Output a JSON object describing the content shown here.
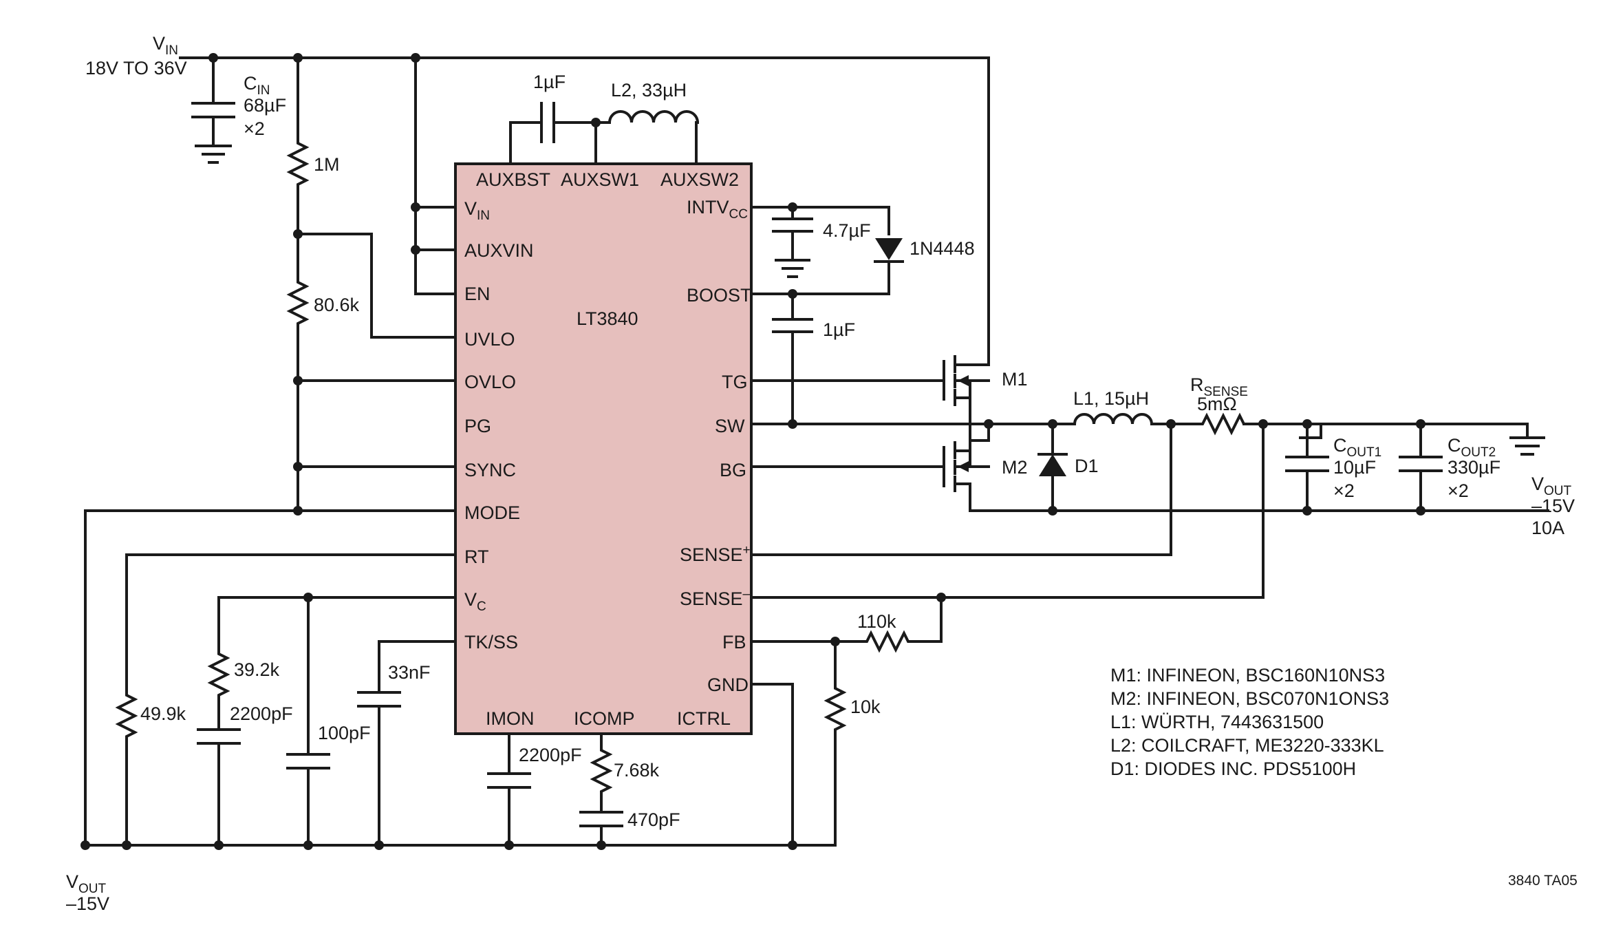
{
  "ic": {
    "name": "LT3840",
    "pins_left": [
      "V",
      "AUXVIN",
      "EN",
      "UVLO",
      "OVLO",
      "PG",
      "SYNC",
      "MODE",
      "RT",
      "V",
      "TK/SS"
    ],
    "pin_vin_sub": "IN",
    "pin_vc_sub": "C",
    "pins_top": [
      "AUXBST",
      "AUXSW1",
      "AUXSW2"
    ],
    "pins_right": [
      "INTV",
      "BOOST",
      "TG",
      "SW",
      "BG",
      "SENSE",
      "SENSE",
      "FB",
      "GND"
    ],
    "pin_intvcc_sub": "CC",
    "pin_sense_plus_sup": "+",
    "pin_sense_minus_sup": "–",
    "pins_bottom": [
      "IMON",
      "ICOMP",
      "ICTRL"
    ]
  },
  "input": {
    "vin_label": "V",
    "vin_sub": "IN",
    "vin_range": "18V TO 36V",
    "cin_label": "C",
    "cin_sub": "IN",
    "cin_value": "68µF",
    "cin_mult": "×2"
  },
  "components": {
    "r_1m": "1M",
    "r_806k": "80.6k",
    "c_aux": "1µF",
    "l2": "L2, 33µH",
    "c_intvcc": "4.7µF",
    "diode": "1N4448",
    "c_boost": "1µF",
    "m1": "M1",
    "m2": "M2",
    "l1": "L1, 15µH",
    "rsense_label": "R",
    "rsense_sub": "SENSE",
    "rsense_value": "5mΩ",
    "d1": "D1",
    "cout1_label": "C",
    "cout1_sub": "OUT1",
    "cout1_value": "10µF",
    "cout1_mult": "×2",
    "cout2_label": "C",
    "cout2_sub": "OUT2",
    "cout2_value": "330µF",
    "cout2_mult": "×2",
    "r_110k": "110k",
    "r_10k": "10k",
    "r_499k": "49.9k",
    "r_392k": "39.2k",
    "c_2200_vc": "2200pF",
    "c_100p": "100pF",
    "c_33n": "33nF",
    "c_2200_imon": "2200pF",
    "r_768k": "7.68k",
    "c_470p": "470pF"
  },
  "output": {
    "vout_label": "V",
    "vout_sub": "OUT",
    "vout_value": "–15V",
    "vout_current": "10A",
    "vout_bottom_label": "V",
    "vout_bottom_sub": "OUT",
    "vout_bottom_value": "–15V"
  },
  "notes": [
    "M1: INFINEON, BSC160N10NS3",
    "M2: INFINEON, BSC070N1ONS3",
    "L1: WÜRTH, 7443631500",
    "L2: COILCRAFT, ME3220-333KL",
    "D1: DIODES INC. PDS5100H"
  ],
  "figure_code": "3840 TA05",
  "colors": {
    "ic_fill": "#e6bfbd",
    "wire": "#1a1a1a",
    "background": "#ffffff"
  }
}
